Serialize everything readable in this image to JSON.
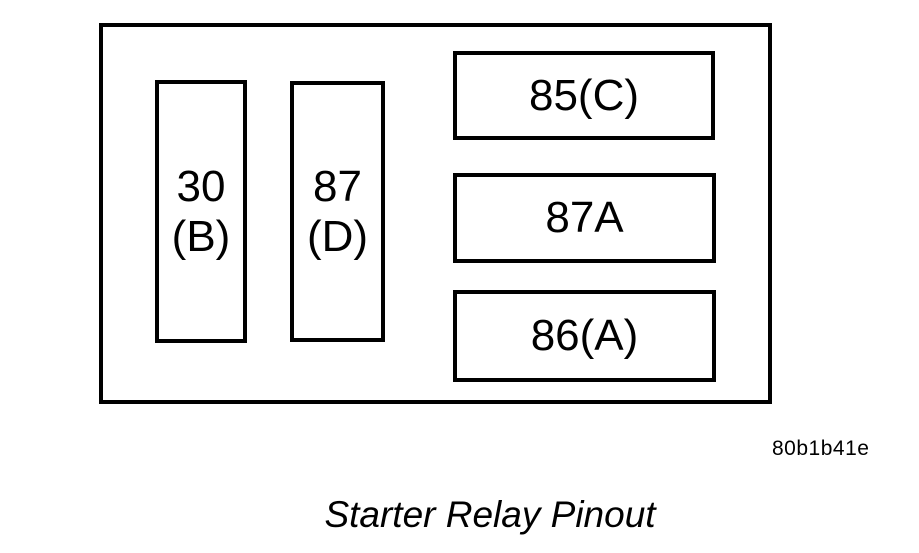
{
  "diagram": {
    "title": "Starter Relay Pinout",
    "doc_code": "80b1b41e",
    "colors": {
      "line": "#000000",
      "background": "#ffffff"
    },
    "pins": {
      "pin30": {
        "line1": "30",
        "line2": "(B)"
      },
      "pin87": {
        "line1": "87",
        "line2": "(D)"
      },
      "pin85": {
        "label": "85(C)"
      },
      "pin87a": {
        "label": "87A"
      },
      "pin86": {
        "label": "86(A)"
      }
    }
  }
}
